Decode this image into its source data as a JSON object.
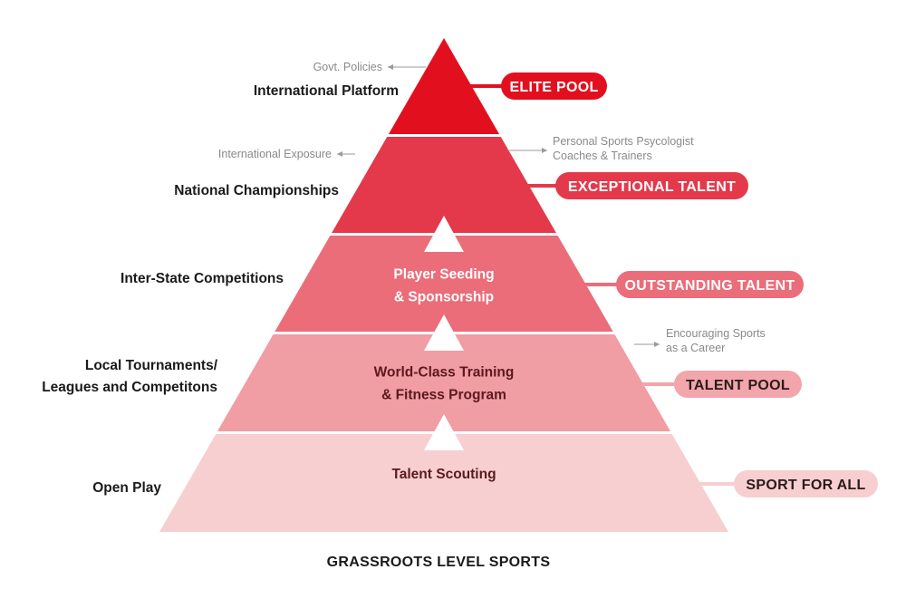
{
  "diagram": {
    "footer": "GRASSROOTS LEVEL SPORTS",
    "tiers": [
      {
        "left_label": [
          "International Platform"
        ],
        "inner_label": [],
        "badge": "ELITE POOL",
        "color": "#e2101f",
        "badge_color": "#e2101f",
        "badge_text_color": "#ffffff"
      },
      {
        "left_label": [
          "National Championships"
        ],
        "inner_label": [],
        "badge": "EXCEPTIONAL TALENT",
        "color": "#e3394a",
        "badge_color": "#e3394a",
        "badge_text_color": "#ffffff"
      },
      {
        "left_label": [
          "Inter-State Competitions"
        ],
        "inner_label": [
          "Player Seeding",
          "& Sponsorship"
        ],
        "badge": "OUTSTANDING TALENT",
        "color": "#ea6d79",
        "badge_color": "#ea6d79",
        "badge_text_color": "#ffffff"
      },
      {
        "left_label": [
          "Local Tournaments/",
          "Leagues and Competitons"
        ],
        "inner_label": [
          "World-Class Training",
          "& Fitness Program"
        ],
        "badge": "TALENT POOL",
        "color": "#f09da3",
        "badge_color": "#f2a6ab",
        "badge_text_color": "#2a1a1a"
      },
      {
        "left_label": [
          "Open Play"
        ],
        "inner_label": [
          "Talent Scouting"
        ],
        "badge": "SPORT FOR ALL",
        "color": "#f7cfd1",
        "badge_color": "#f7cfd1",
        "badge_text_color": "#2a1a1a"
      }
    ],
    "notes": [
      {
        "lines": [
          "Govt. Policies"
        ],
        "side": "left"
      },
      {
        "lines": [
          "International Exposure"
        ],
        "side": "left"
      },
      {
        "lines": [
          "Personal Sports Psycologist",
          "Coaches & Trainers"
        ],
        "side": "right"
      },
      {
        "lines": [
          "Encouraging Sports",
          "as a Career"
        ],
        "side": "right"
      }
    ],
    "colors": {
      "arrow": "#ffffff",
      "note_line": "#9a9a9a"
    }
  }
}
